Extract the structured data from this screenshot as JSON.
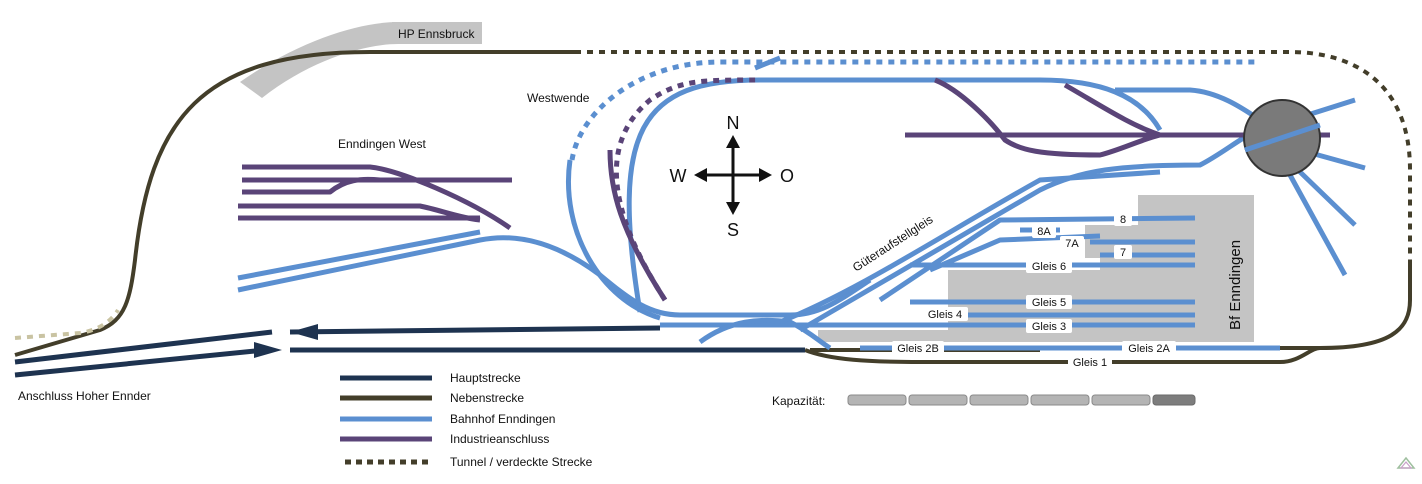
{
  "colors": {
    "hauptstrecke": "#1e3350",
    "nebenstrecke": "#433e2a",
    "bahnhof": "#5b8fd0",
    "industrie": "#5a4478",
    "platform": "#c4c4c4",
    "turntable": "#7a7a7a"
  },
  "labels": {
    "hp_ennsbruck": "HP Ennsbruck",
    "westwende": "Westwende",
    "enndingen_west": "Enndingen West",
    "anschluss": "Anschluss Hoher Ennder",
    "gueteraufstellgleis": "Güteraufstellgleis",
    "bf_enndingen": "Bf Enndingen",
    "kapazitaet": "Kapazität:"
  },
  "compass": {
    "north": "N",
    "south": "S",
    "west": "W",
    "east": "O"
  },
  "tracks": {
    "gleis_8": "8",
    "gleis_8a": "8A",
    "gleis_7a": "7A",
    "gleis_7": "7",
    "gleis_6": "Gleis 6",
    "gleis_5": "Gleis 5",
    "gleis_4": "Gleis 4",
    "gleis_3": "Gleis 3",
    "gleis_2b": "Gleis 2B",
    "gleis_2a": "Gleis 2A",
    "gleis_1": "Gleis 1"
  },
  "legend": [
    {
      "label": "Hauptstrecke",
      "style": "hauptstrecke"
    },
    {
      "label": "Nebenstrecke",
      "style": "nebenstrecke"
    },
    {
      "label": "Bahnhof Enndingen",
      "style": "bahnhof"
    },
    {
      "label": "Industrieanschluss",
      "style": "industrie"
    },
    {
      "label": "Tunnel / verdeckte Strecke",
      "style": "tunnel"
    }
  ],
  "capacity": {
    "segments_total": 6,
    "segments_filled": 5
  }
}
